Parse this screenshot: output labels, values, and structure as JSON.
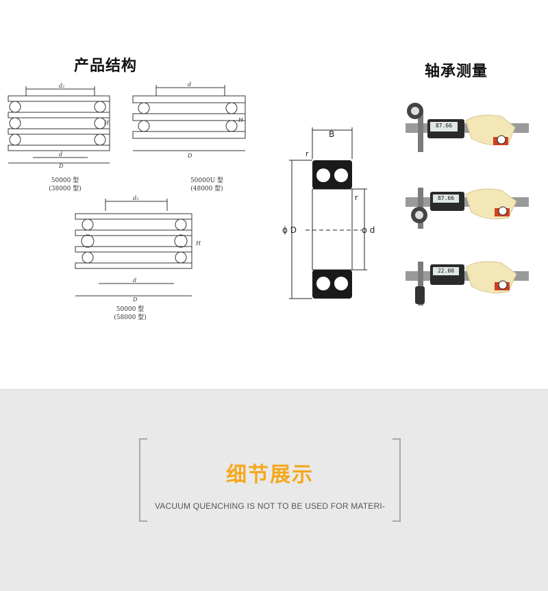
{
  "section_titles": {
    "structure": "产品结构",
    "measurement": "轴承测量"
  },
  "drawings": {
    "d1": {
      "model": "50000 型",
      "alt": "(38000 型)"
    },
    "d2": {
      "model": "50000U 型",
      "alt": "(48000 型)"
    },
    "d3": {
      "model": "50000 型",
      "alt": "(58000 型)"
    }
  },
  "dim_labels": {
    "d": "d",
    "d2": "d₂",
    "D": "D",
    "H": "H",
    "B": "B",
    "r": "r",
    "phiD": "ϕ D",
    "phid": "ϕ d"
  },
  "caliper_readings": [
    "87.66",
    "87.66",
    "22.00"
  ],
  "detail": {
    "title": "细节展示",
    "subtitle": "VACUUM QUENCHING IS NOT TO BE USED FOR MATERI-"
  },
  "colors": {
    "accent": "#f5a81c",
    "band": "#e9e9e9"
  }
}
